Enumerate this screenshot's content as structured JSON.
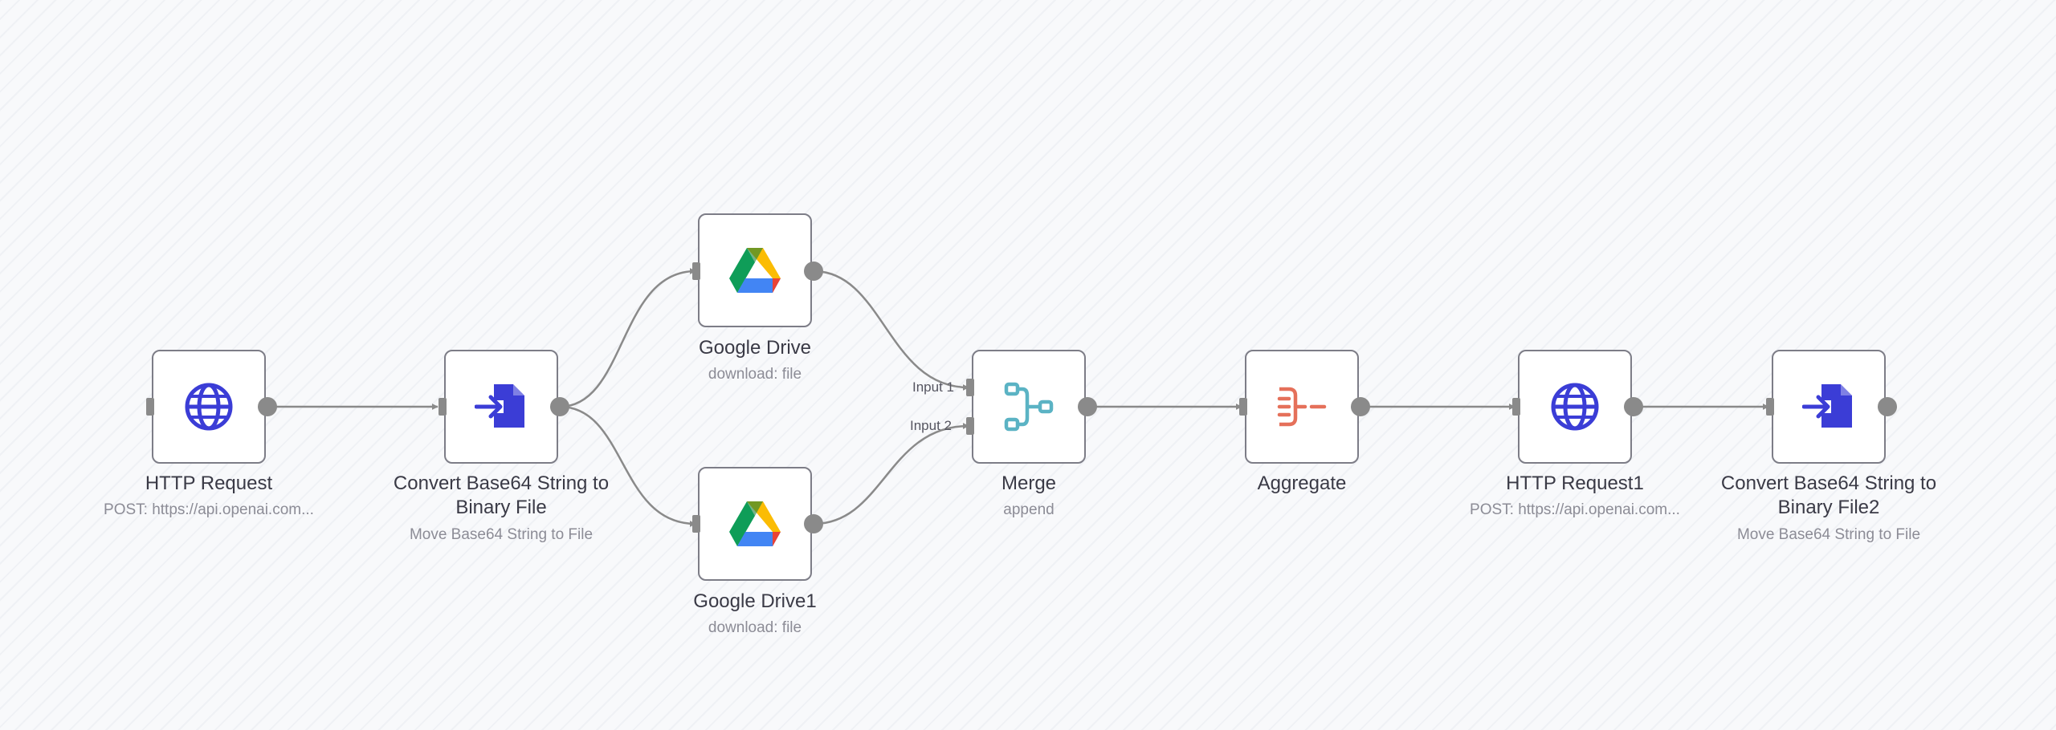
{
  "colors": {
    "edge": "#8a8a8a",
    "node_border": "#7d7d87",
    "http_icon": "#3b3dd6",
    "convert_icon": "#3b3dd6",
    "merge_icon": "#5bb3c4",
    "aggregate_icon": "#e5705a"
  },
  "nodes": {
    "http_request": {
      "title": "HTTP Request",
      "subtitle": "POST: https://api.openai.com...",
      "icon": "globe-icon"
    },
    "convert1": {
      "title": "Convert Base64 String to Binary File",
      "subtitle": "Move Base64 String to File",
      "icon": "file-convert-icon"
    },
    "gdrive": {
      "title": "Google Drive",
      "subtitle": "download: file",
      "icon": "google-drive-icon"
    },
    "gdrive1": {
      "title": "Google Drive1",
      "subtitle": "download: file",
      "icon": "google-drive-icon"
    },
    "merge": {
      "title": "Merge",
      "subtitle": "append",
      "icon": "merge-icon",
      "input1_label": "Input 1",
      "input2_label": "Input 2"
    },
    "aggregate": {
      "title": "Aggregate",
      "icon": "aggregate-icon"
    },
    "http_request1": {
      "title": "HTTP Request1",
      "subtitle": "POST: https://api.openai.com...",
      "icon": "globe-icon"
    },
    "convert2": {
      "title": "Convert Base64 String to Binary File2",
      "subtitle": "Move Base64 String to File",
      "icon": "file-convert-icon"
    }
  }
}
